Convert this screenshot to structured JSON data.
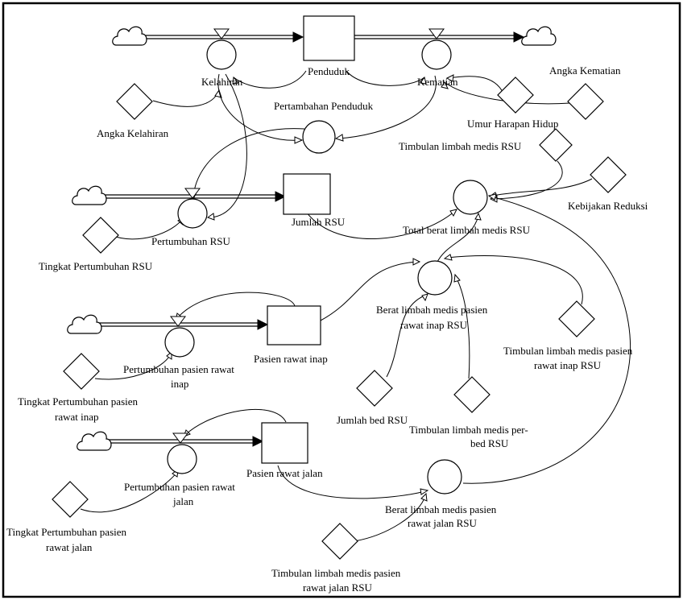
{
  "diagram": {
    "stocks": {
      "penduduk": "Penduduk",
      "jumlah_rsu": "Jumlah RSU",
      "pasien_rawat_inap": "Pasien rawat inap",
      "pasien_rawat_jalan": "Pasien rawat jalan"
    },
    "flows": {
      "kelahiran": "Kelahiran",
      "kematian": "Kematian",
      "pertumbuhan_rsu": "Pertumbuhan RSU",
      "pertumbuhan_inap": [
        "Pertumbuhan pasien rawat",
        "inap"
      ],
      "pertumbuhan_jalan": [
        "Pertumbuhan pasien rawat",
        "jalan"
      ]
    },
    "converters": {
      "pertambahan_penduduk": "Pertambahan Penduduk",
      "total_berat": "Total berat limbah medis RSU",
      "berat_inap": [
        "Berat limbah medis pasien",
        "rawat inap RSU"
      ],
      "berat_jalan": [
        "Berat limbah medis pasien",
        "rawat jalan RSU"
      ]
    },
    "auxiliaries": {
      "angka_kelahiran": "Angka Kelahiran",
      "angka_kematian": "Angka Kematian",
      "umur_harapan_hidup": "Umur Harapan Hidup",
      "timbulan_limbah_medis_rsu": "Timbulan limbah medis RSU",
      "kebijakan_reduksi": "Kebijakan Reduksi",
      "tingkat_pertumbuhan_rsu": "Tingkat Pertumbuhan RSU",
      "timbulan_inap": [
        "Timbulan limbah medis pasien",
        "rawat inap RSU"
      ],
      "jumlah_bed_rsu": "Jumlah bed RSU",
      "timbulan_per_bed": [
        "Timbulan limbah medis per-",
        "bed RSU"
      ],
      "tingkat_inap": [
        "Tingkat Pertumbuhan pasien",
        "rawat inap"
      ],
      "tingkat_jalan": [
        "Tingkat Pertumbuhan pasien",
        "rawat jalan"
      ],
      "timbulan_jalan": [
        "Timbulan limbah medis pasien",
        "rawat jalan RSU"
      ]
    }
  }
}
